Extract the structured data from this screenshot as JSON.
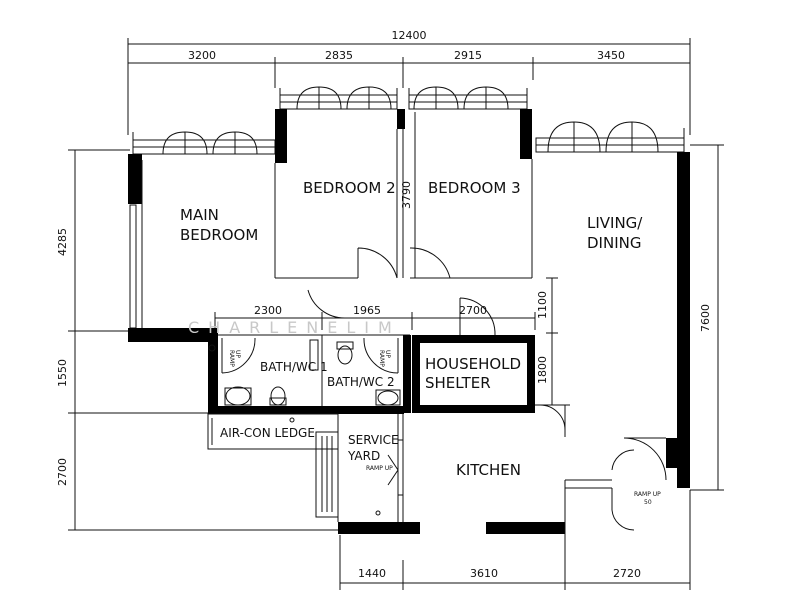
{
  "dimensions": {
    "overall_top": "12400",
    "top": [
      "3200",
      "2835",
      "2915",
      "3450"
    ],
    "left": [
      "4285",
      "1550",
      "2700"
    ],
    "right": "7600",
    "bottom": [
      "1440",
      "3610",
      "2720"
    ],
    "bedroom3_depth": "3790",
    "inner_row": [
      "2300",
      "1965",
      "2700"
    ],
    "inner_right": [
      "1100",
      "1800"
    ]
  },
  "rooms": {
    "main_bedroom": [
      "MAIN",
      "BEDROOM"
    ],
    "bedroom_2": "BEDROOM 2",
    "bedroom_3": "BEDROOM 3",
    "living_dining": [
      "LIVING/",
      "DINING"
    ],
    "bath_wc_1": "BATH/WC 1",
    "bath_wc_2": "BATH/WC 2",
    "household_shelter": [
      "HOUSEHOLD",
      "SHELTER"
    ],
    "air_con_ledge": "AIR-CON LEDGE",
    "service_yard": [
      "SERVICE",
      "YARD"
    ],
    "kitchen": "KITCHEN"
  },
  "annotations": {
    "ramp_up_service": "RAMP UP",
    "ramp_up_entry": [
      "RAMP UP",
      "50"
    ],
    "ramp_up_bath1": [
      "RAMP",
      "UP"
    ],
    "ramp_up_bath2": [
      "RAMP",
      "UP"
    ]
  },
  "watermark": "CHARLENELIM"
}
